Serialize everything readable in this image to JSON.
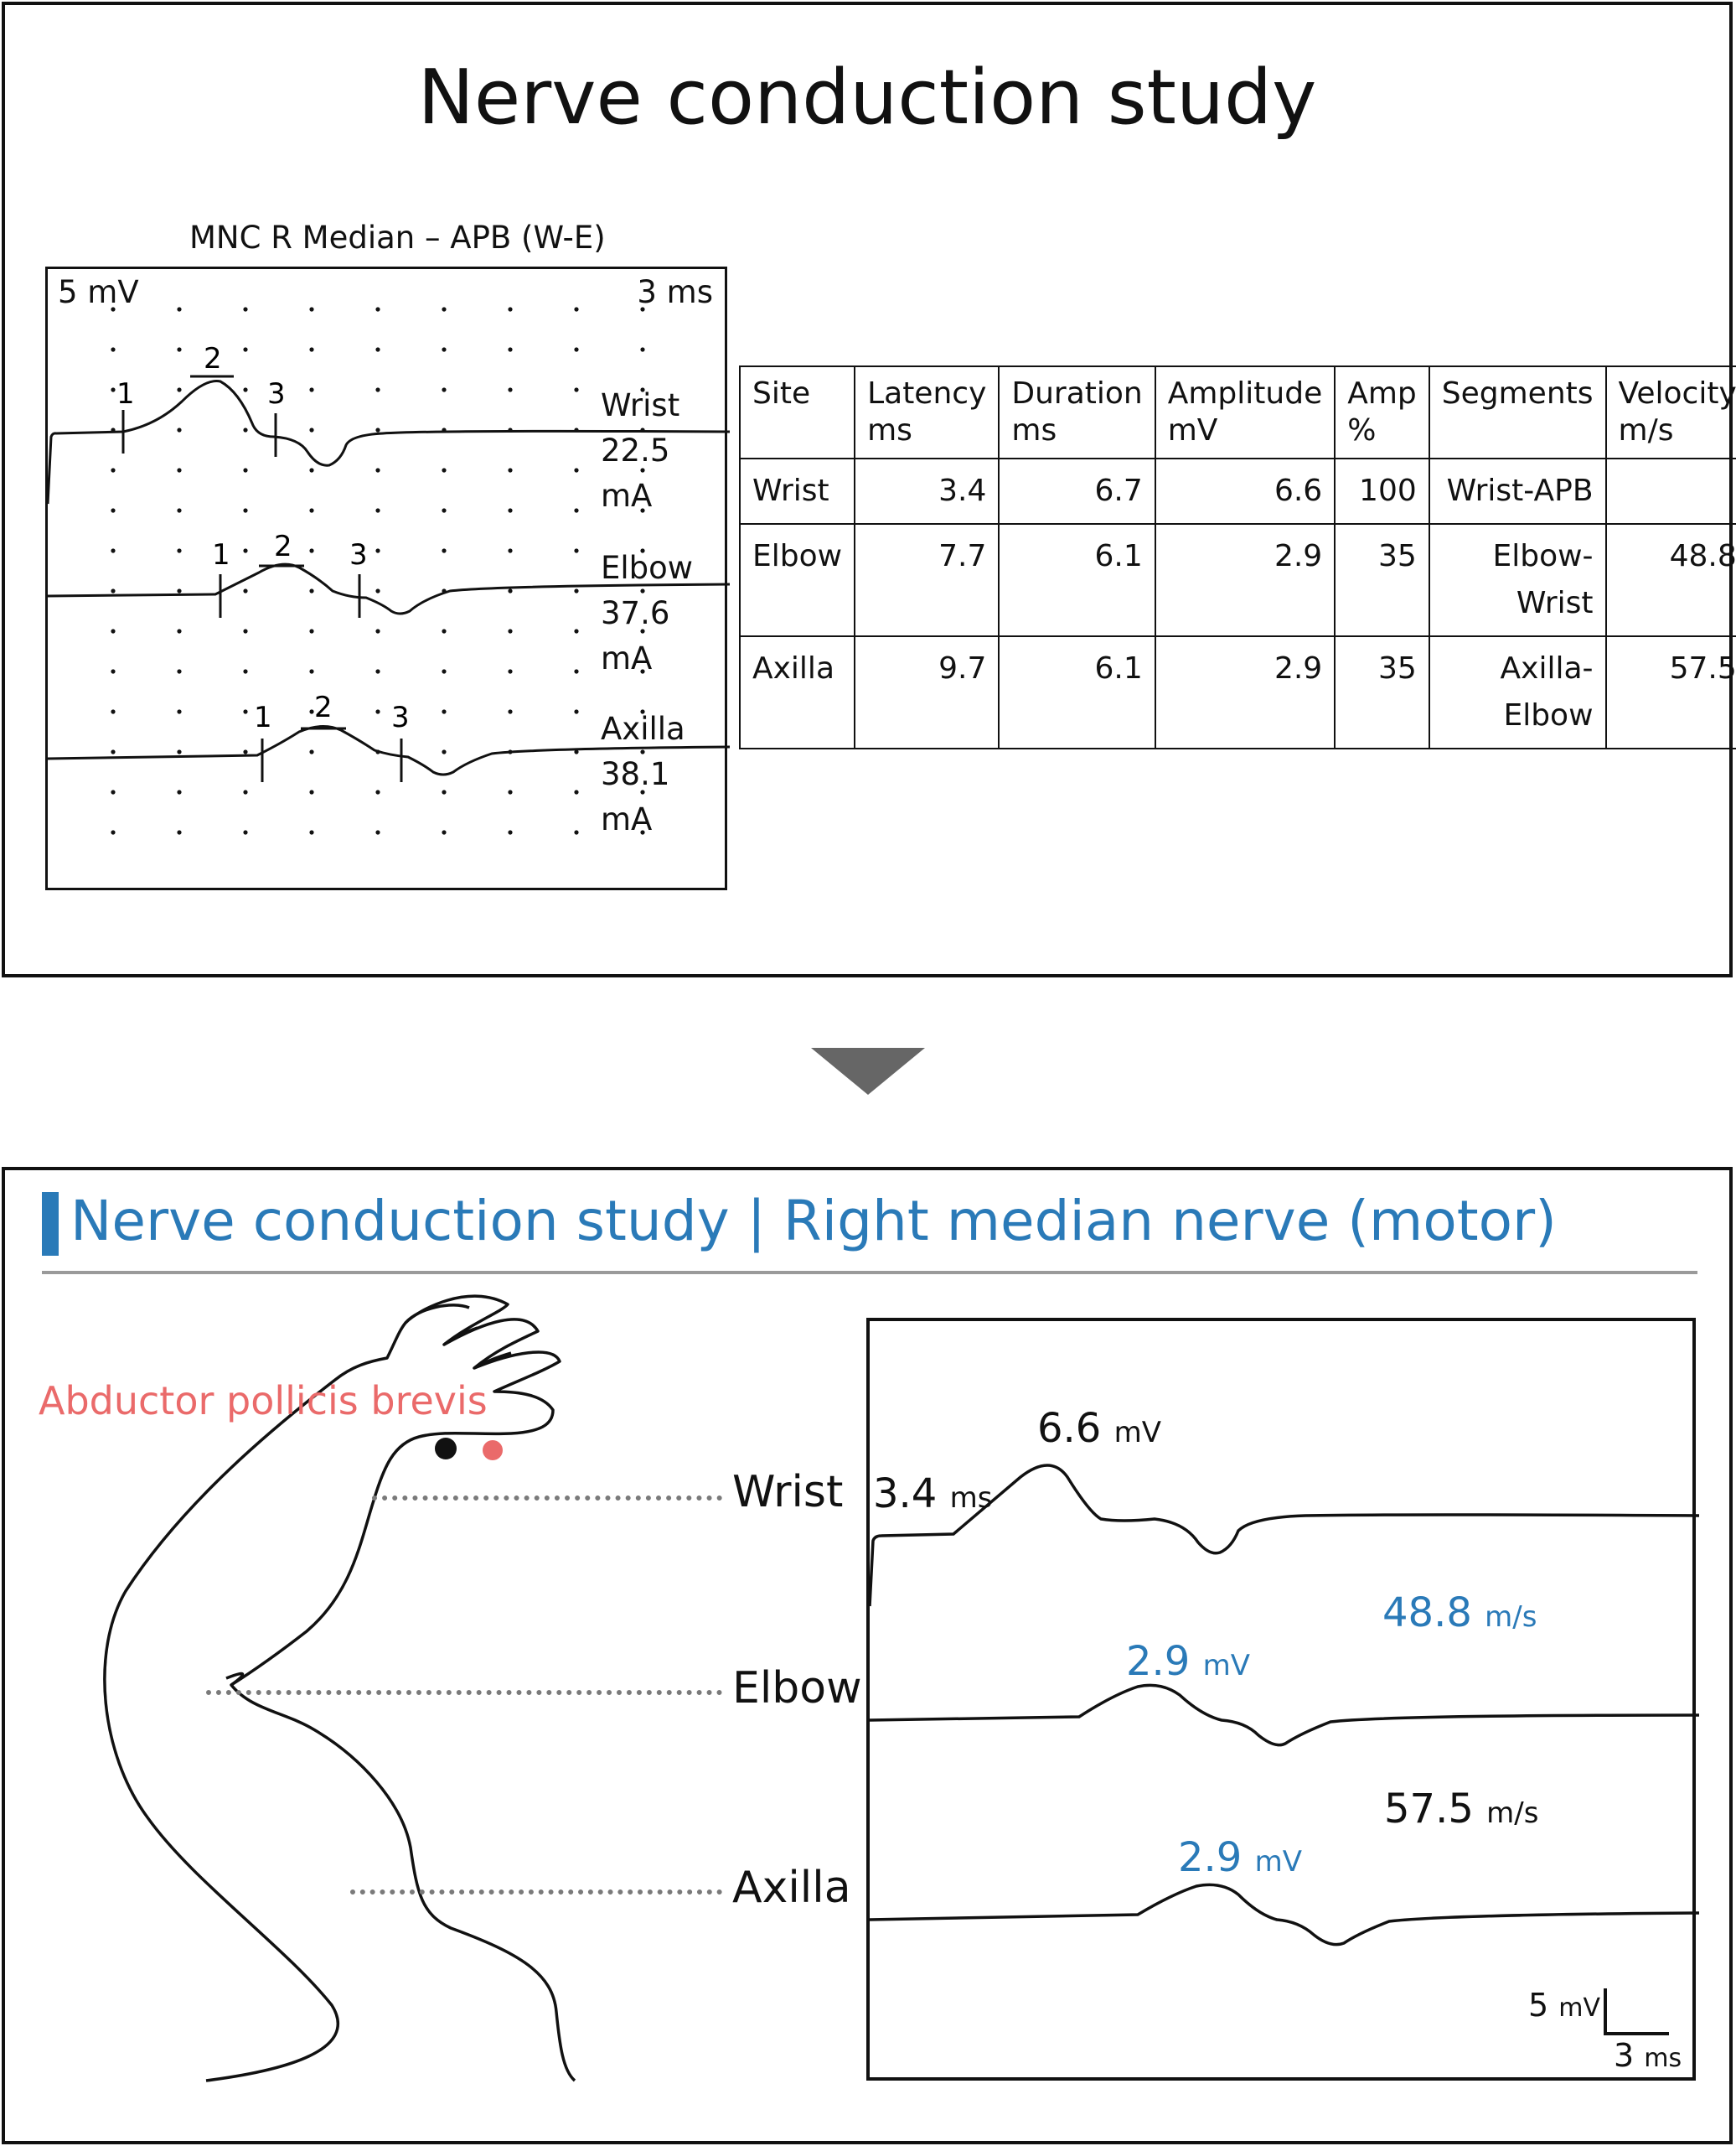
{
  "top_title": "Nerve conduction study",
  "trace_panel": {
    "caption": "MNC R Median – APB (W-E)",
    "amp_scale": "5 mV",
    "time_scale": "3 ms",
    "sites": [
      {
        "name": "Wrist",
        "intensity": "22.5 mA"
      },
      {
        "name": "Elbow",
        "intensity": "37.6 mA"
      },
      {
        "name": "Axilla",
        "intensity": "38.1 mA"
      }
    ],
    "markers": [
      "1",
      "2",
      "3"
    ]
  },
  "table": {
    "headers": [
      {
        "line1": "Site",
        "line2": ""
      },
      {
        "line1": "Latency",
        "line2": "ms"
      },
      {
        "line1": "Duration",
        "line2": "ms"
      },
      {
        "line1": "Amplitude",
        "line2": "mV"
      },
      {
        "line1": "Amp",
        "line2": "%"
      },
      {
        "line1": "Segments",
        "line2": ""
      },
      {
        "line1": "Velocity",
        "line2": "m/s"
      }
    ],
    "rows": [
      {
        "site": "Wrist",
        "latency": "3.4",
        "duration": "6.7",
        "amplitude": "6.6",
        "amp_pct": "100",
        "segment": "Wrist-APB",
        "velocity": ""
      },
      {
        "site": "Elbow",
        "latency": "7.7",
        "duration": "6.1",
        "amplitude": "2.9",
        "amp_pct": "35",
        "segment": "Elbow-Wrist",
        "velocity": "48.8"
      },
      {
        "site": "Axilla",
        "latency": "9.7",
        "duration": "6.1",
        "amplitude": "2.9",
        "amp_pct": "35",
        "segment": "Axilla-Elbow",
        "velocity": "57.5"
      }
    ]
  },
  "bottom": {
    "title": "Nerve conduction study | Right median nerve (motor)",
    "muscle_label": "Abductor pollicis brevis",
    "levels": [
      "Wrist",
      "Elbow",
      "Axilla"
    ],
    "wrist_latency": "3.4",
    "wrist_latency_unit": "ms",
    "wrist_amp": "6.6",
    "elbow_amp": "2.9",
    "axilla_amp": "2.9",
    "amp_unit": "mV",
    "velocity_elbow_wrist": "48.8",
    "velocity_axilla_elbow": "57.5",
    "velocity_unit": "m/s",
    "scale_mv": "5",
    "scale_mv_unit": "mV",
    "scale_ms": "3",
    "scale_ms_unit": "ms"
  },
  "colors": {
    "accent_blue": "#2a7ab8",
    "muscle_red": "#ea6a6a",
    "stim_black": "#111111"
  }
}
